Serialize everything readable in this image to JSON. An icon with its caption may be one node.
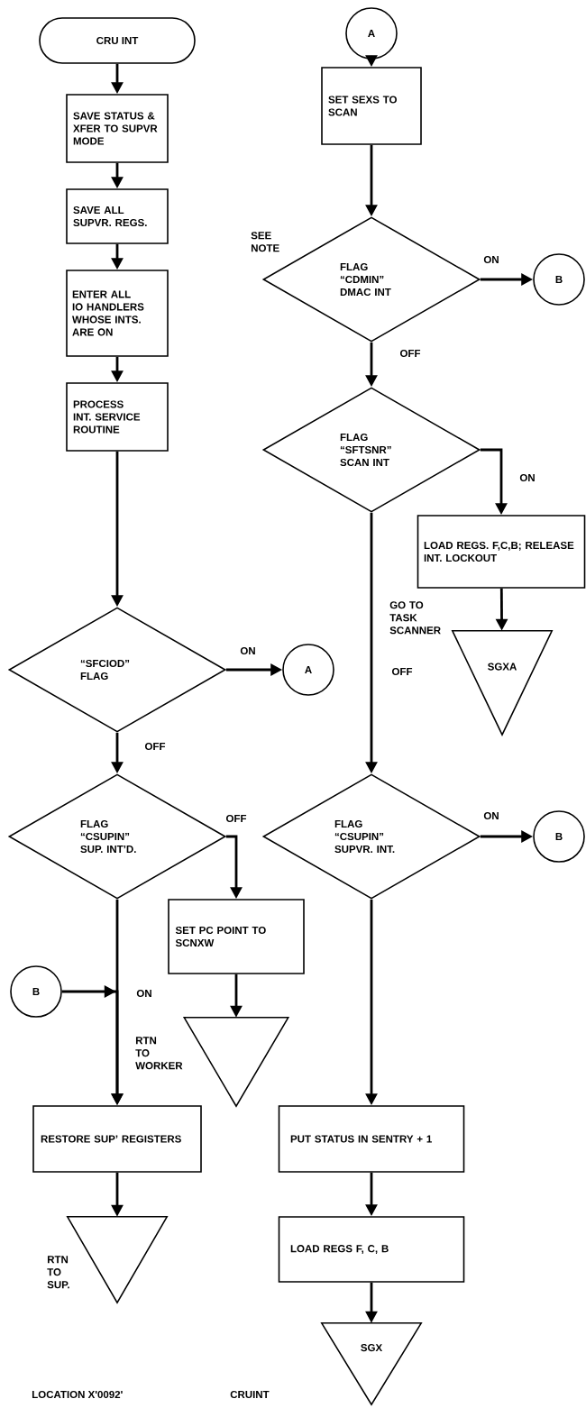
{
  "diagram": {
    "nodes": [
      {
        "text": [
          "CRU INT"
        ]
      },
      {
        "text": [
          "SAVE STATUS & XFER TO SUPVR MODE"
        ]
      },
      {
        "text": [
          "SAVE ALL SUPVR. REGS."
        ]
      },
      {
        "text": [
          "ENTER ALL IO HANDLERS WHOSE INTS. ARE ON"
        ]
      },
      {
        "text": [
          "PROCESS INT. SERVICE ROUTINE"
        ]
      },
      {
        "text": [
          "“SFCIOD” FLAG"
        ]
      },
      {
        "text": [
          "A"
        ]
      },
      {
        "text": [
          "FLAG “CSUPIN” SUP. INT’D."
        ]
      },
      {
        "text": [
          "SET PC POINT TO SCNXW"
        ]
      },
      {
        "text": [],
        "shape": "triangle",
        "beside": [
          "RTN TO WORKER"
        ]
      },
      {
        "text": [
          "B"
        ]
      },
      {
        "text": [
          "RESTORE SUP’ REGISTERS"
        ]
      },
      {
        "text": [],
        "shape": "triangle",
        "beside": [
          "RTN TO SUP."
        ]
      },
      {
        "text": [
          "A"
        ]
      },
      {
        "text": [
          "SET SEXS TO SCAN"
        ]
      },
      {
        "text": [
          "FLAG “CDMIN” DMAC INT"
        ],
        "beside": [
          "SEE NOTE"
        ]
      },
      {
        "text": [
          "B"
        ]
      },
      {
        "text": [
          "FLAG “SFTSNR” SCAN INT"
        ]
      },
      {
        "text": [
          "LOAD REGS. F,C,B; RELEASE INT. LOCKOUT"
        ]
      },
      {
        "text": [
          "SGXA"
        ],
        "beside": [
          "GO TO TASK SCANNER"
        ]
      },
      {
        "text": [
          "FLAG “CSUPIN” SUPVR. INT."
        ]
      },
      {
        "text": [
          "B"
        ]
      },
      {
        "text": [
          "PUT STATUS IN SENTRY + 1"
        ]
      },
      {
        "text": [
          "LOAD REGS F, C, B"
        ]
      },
      {
        "text": [
          "SGX"
        ]
      }
    ],
    "edges": [
      {
        "from": 0,
        "to": 1,
        "arrow": "to"
      },
      {
        "from": 1,
        "to": 2,
        "arrow": "to"
      },
      {
        "from": 2,
        "to": 3,
        "arrow": "to"
      },
      {
        "from": 3,
        "to": 4,
        "arrow": "to"
      },
      {
        "from": 4,
        "to": 5,
        "arrow": "to"
      },
      {
        "from": 5,
        "to": 6,
        "arrow": "to",
        "label": "ON"
      },
      {
        "from": 5,
        "to": 7,
        "arrow": "to",
        "label": "OFF"
      },
      {
        "from": 7,
        "to": 8,
        "arrow": "to",
        "label": "OFF"
      },
      {
        "from": 8,
        "to": 9,
        "arrow": "to"
      },
      {
        "from": 7,
        "to": 11,
        "arrow": "to",
        "label": "ON"
      },
      {
        "from": 10,
        "to": 11,
        "arrow": "to"
      },
      {
        "from": 11,
        "to": 12,
        "arrow": "to"
      },
      {
        "from": 13,
        "to": 14,
        "arrow": "to"
      },
      {
        "from": 14,
        "to": 15,
        "arrow": "to"
      },
      {
        "from": 15,
        "to": 16,
        "arrow": "to",
        "label": "ON"
      },
      {
        "from": 15,
        "to": 17,
        "arrow": "to",
        "label": "OFF"
      },
      {
        "from": 17,
        "to": 18,
        "arrow": "to",
        "label": "ON"
      },
      {
        "from": 17,
        "to": 20,
        "arrow": "to",
        "label": "OFF"
      },
      {
        "from": 18,
        "to": 19,
        "arrow": "to"
      },
      {
        "from": 20,
        "to": 21,
        "arrow": "to",
        "label": "ON"
      },
      {
        "from": 20,
        "to": 22,
        "arrow": "to"
      },
      {
        "from": 22,
        "to": 23,
        "arrow": "to"
      },
      {
        "from": 23,
        "to": 24,
        "arrow": "to"
      }
    ],
    "labels": [
      "LOCATION X'0092'",
      "CRUINT"
    ]
  }
}
